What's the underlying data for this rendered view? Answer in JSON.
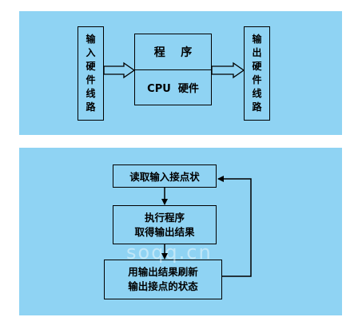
{
  "top_diagram": {
    "input_label": [
      "输",
      "入",
      "硬",
      "件",
      "线",
      "路"
    ],
    "program_label": "程    序",
    "cpu_label": "CPU  硬件",
    "output_label": [
      "输",
      "出",
      "硬",
      "件",
      "线",
      "路"
    ]
  },
  "bottom_diagram": {
    "step1": "读取输入接点状",
    "step2_line1": "执行程序",
    "step2_line2": "取得输出结果",
    "step3_line1": "用输出结果刷新",
    "step3_line2": "输出接点的状态"
  },
  "watermark": "soqq.cn"
}
